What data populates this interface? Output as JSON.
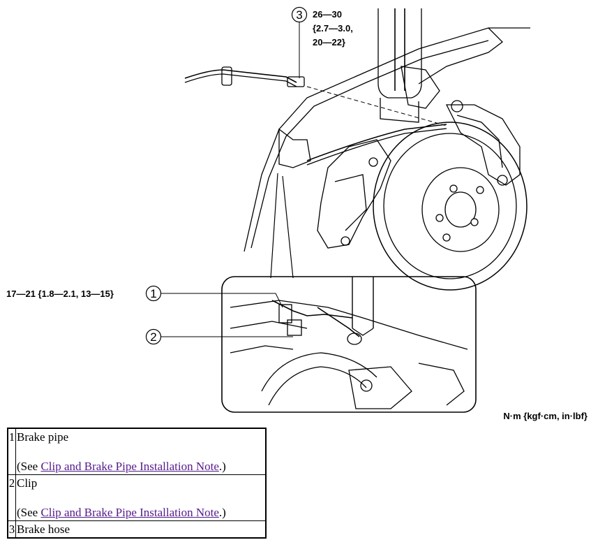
{
  "figure": {
    "callouts": [
      {
        "number": "3",
        "torque_lines": [
          "26—30",
          "{2.7—3.0,",
          "20—22}"
        ]
      },
      {
        "number": "1",
        "torque": "17—21 {1.8—2.1, 13—15}"
      },
      {
        "number": "2"
      }
    ],
    "units_label": "N·m {kgf·cm, in·lbf}"
  },
  "parts": [
    {
      "num": "1",
      "name": "Brake pipe",
      "see_prefix": "(See ",
      "link_text": "Clip and Brake Pipe Installation Note",
      "see_suffix": ".)"
    },
    {
      "num": "2",
      "name": "Clip",
      "see_prefix": "(See ",
      "link_text": "Clip and Brake Pipe Installation Note",
      "see_suffix": ".)"
    },
    {
      "num": "3",
      "name": "Brake hose"
    }
  ]
}
